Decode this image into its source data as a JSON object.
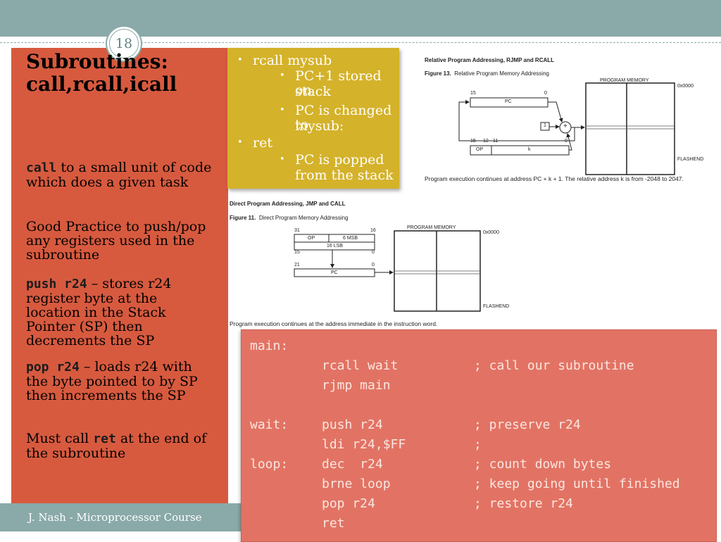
{
  "slide": {
    "number": "18",
    "title_line1": "Subroutines:",
    "title_line2": "call,rcall,icall",
    "paragraphs": [
      {
        "code": "call",
        "text": " to a small unit of code which does a given task"
      },
      {
        "code": "",
        "text": "Good Practice to push/pop any registers used in the subroutine"
      },
      {
        "code": "push r24",
        "text": "  – stores r24 register byte at the location in the Stack Pointer (SP) then decrements the SP"
      },
      {
        "code": "pop r24",
        "text": "  – loads r24 with the byte pointed to by SP then increments the SP"
      },
      {
        "text_before": "Must call ",
        "code": "ret",
        "text_after": " at the end of the subroutine"
      }
    ],
    "footer": "J. Nash - Microprocessor Course"
  },
  "callout": {
    "items": [
      {
        "text": "rcall mysub",
        "level": 1
      },
      {
        "text": "PC+1 stored on",
        "level": 2
      },
      {
        "text": "stack",
        "level": 0
      },
      {
        "text": "PC is changed to",
        "level": 2
      },
      {
        "text": "mysub:",
        "level": 0
      },
      {
        "text": "ret",
        "level": 1
      },
      {
        "text": "PC is popped",
        "level": 2
      },
      {
        "text": "from the stack",
        "level": 0
      }
    ]
  },
  "relative": {
    "heading": "Relative Program Addressing, RJMP and RCALL",
    "figure": "Figure 13.",
    "figure_title": "Relative Program Memory Addressing",
    "memory_label": "PROGRAM MEMORY",
    "addr_top": "0x0000",
    "addr_bottom": "FLASHEND",
    "pc_label": "PC",
    "bit15": "15",
    "bit0": "0",
    "bits_lower": [
      "15",
      "12",
      "11",
      "0"
    ],
    "op_label": "OP",
    "k_label": "k",
    "one_label": "1",
    "plus": "+",
    "note": "Program execution continues at address PC + k + 1. The relative address k is from -2048 to 2047."
  },
  "direct": {
    "heading": "Direct Program Addressing, JMP and CALL",
    "figure": "Figure 11.",
    "figure_title": "Direct Program Memory Addressing",
    "memory_label": "PROGRAM MEMORY",
    "addr_top": "0x0000",
    "addr_bottom": "FLASHEND",
    "op_label": "OP",
    "msb_label": "6 MSB",
    "lsb_label": "16 LSB",
    "pc_label": "PC",
    "bit31": "31",
    "bit16": "16",
    "bit15": "15",
    "bit0a": "0",
    "bit21": "21",
    "bit0b": "0",
    "note": "Program execution continues at the address immediate in the instruction word."
  },
  "code": [
    {
      "label": "main:",
      "instr": "",
      "comment": ""
    },
    {
      "label": "",
      "instr": "rcall wait",
      "comment": "; call our subroutine"
    },
    {
      "label": "",
      "instr": "rjmp main",
      "comment": ""
    },
    {
      "label": "",
      "instr": "",
      "comment": ""
    },
    {
      "label": "wait:",
      "instr": "push r24",
      "comment": "; preserve r24"
    },
    {
      "label": "",
      "instr": "ldi r24,$FF",
      "comment": ";"
    },
    {
      "label": "loop:",
      "instr": "dec  r24",
      "comment": "; count down bytes"
    },
    {
      "label": "",
      "instr": "brne loop",
      "comment": "; keep going until finished"
    },
    {
      "label": "",
      "instr": "pop r24",
      "comment": "; restore r24"
    },
    {
      "label": "",
      "instr": "ret",
      "comment": ""
    }
  ]
}
